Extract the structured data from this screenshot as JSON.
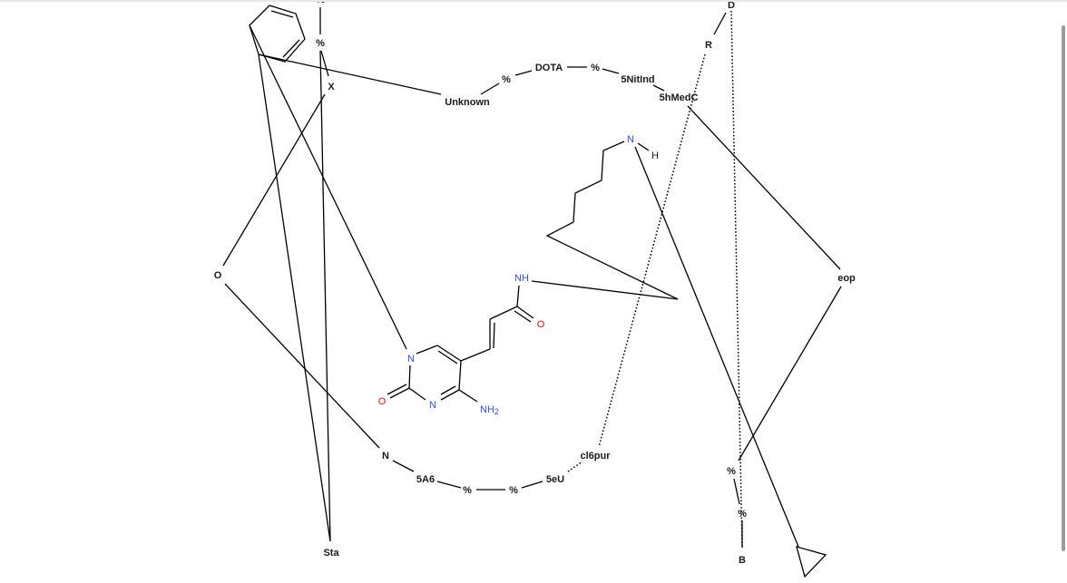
{
  "diagram": {
    "node_labels": {
      "pct_top": "%",
      "pct_upper": "%",
      "x_node": "X",
      "d_node": "D",
      "r_node": "R",
      "dota": "DOTA",
      "pct_left_dota": "%",
      "pct_right_dota": "%",
      "nitind": "5NitInd",
      "hmedc": "5hMedC",
      "unknown": "Unknown",
      "o_node": "O",
      "eop": "eop",
      "n_node": "N",
      "a6": "5A6",
      "pct_bottom_1": "%",
      "pct_bottom_2": "%",
      "eu": "5eU",
      "cl6pur": "cl6pur",
      "pct_right_1": "%",
      "pct_right_2": "%",
      "b_node": "B",
      "sta": "Sta"
    },
    "atom_labels": {
      "amide_nh": "NH",
      "carbonyl_o": "O",
      "ring_n1": "N",
      "ring_o2": "O",
      "ring_n3": "N",
      "amine": "NH",
      "amine_sub": "2",
      "chain_n": "N",
      "chain_h": "H"
    }
  }
}
